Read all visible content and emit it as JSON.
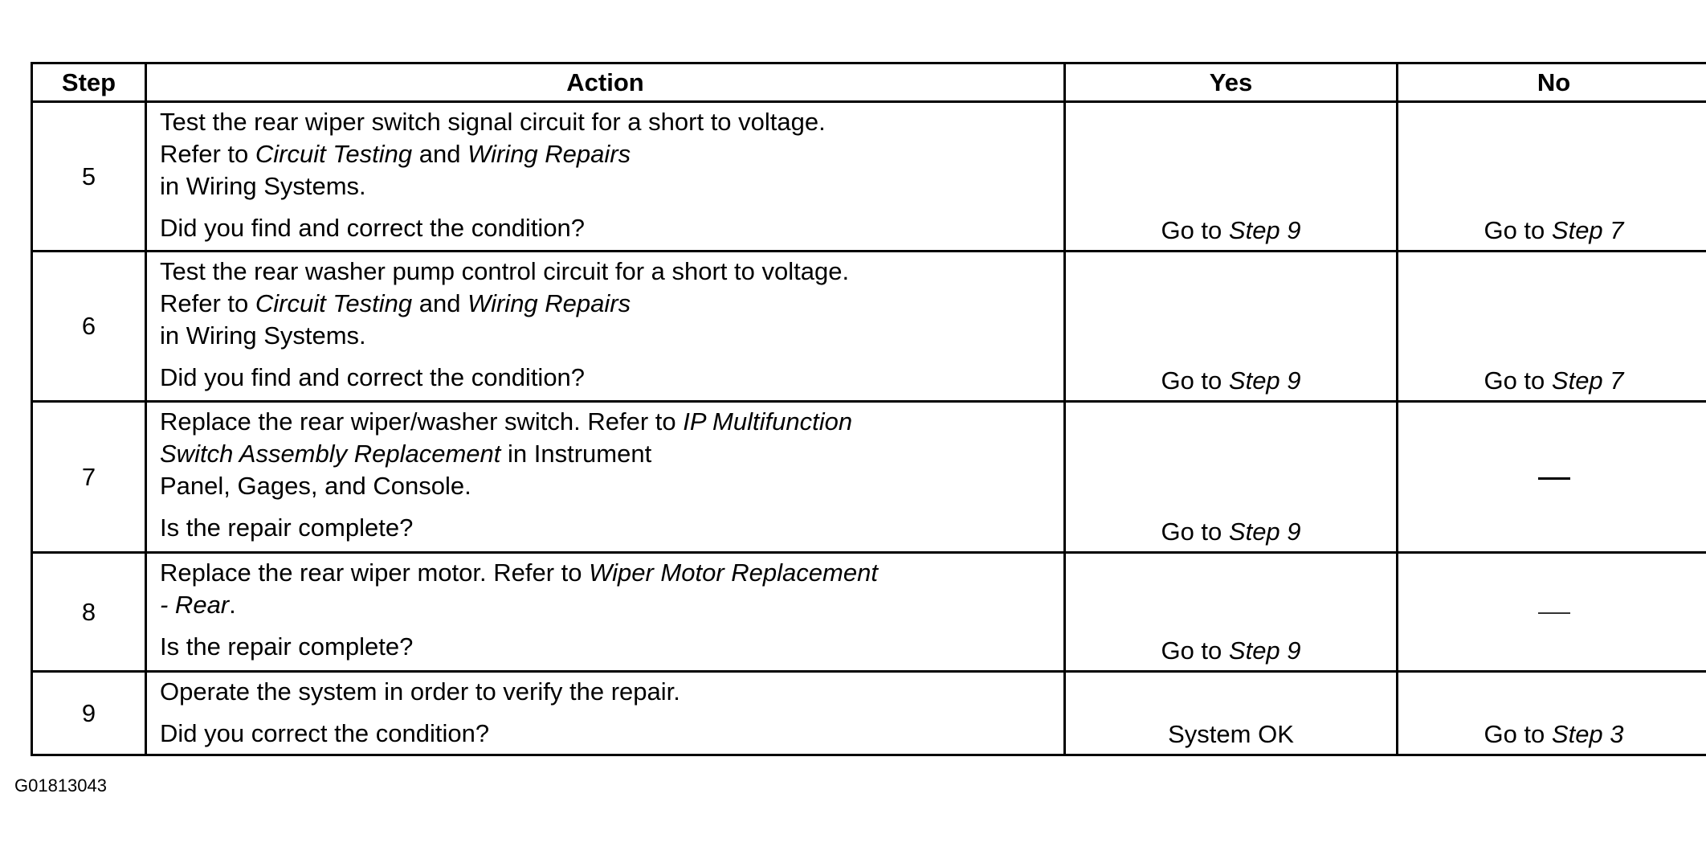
{
  "table": {
    "headers": {
      "step": "Step",
      "action": "Action",
      "yes": "Yes",
      "no": "No"
    },
    "rows": [
      {
        "step": "5",
        "action_line1": "Test the rear wiper switch signal circuit for a short to voltage.",
        "action_refer_prefix": "Refer to ",
        "action_ref1": "Circuit Testing",
        "action_and": " and ",
        "action_ref2": "Wiring Repairs",
        "action_line3": "in Wiring Systems.",
        "question": "Did you find and correct the condition?",
        "yes_prefix": "Go to ",
        "yes_step": "Step 9",
        "no_prefix": "Go to ",
        "no_step": "Step 7"
      },
      {
        "step": "6",
        "action_line1": "Test the rear washer pump control circuit for a short to voltage.",
        "action_refer_prefix": "Refer to ",
        "action_ref1": "Circuit Testing",
        "action_and": " and ",
        "action_ref2": "Wiring Repairs",
        "action_line3": "in Wiring Systems.",
        "question": "Did you find and correct the condition?",
        "yes_prefix": "Go to ",
        "yes_step": "Step 9",
        "no_prefix": "Go to ",
        "no_step": "Step 7"
      },
      {
        "step": "7",
        "action_line1_prefix": "Replace the rear wiper/washer switch. Refer to ",
        "action_ref1": "IP Multifunction",
        "action_ref1b": "Switch Assembly Replacement",
        "action_line2_suffix": " in Instrument",
        "action_line3": "Panel, Gages, and Console.",
        "question": "Is the repair complete?",
        "yes_prefix": "Go to ",
        "yes_step": "Step 9",
        "no_icon": "em-dash"
      },
      {
        "step": "8",
        "action_line1_prefix": "Replace the rear wiper motor. Refer to ",
        "action_ref1": "Wiper Motor Replacement",
        "action_ref1b": "- Rear",
        "action_period": ".",
        "question": "Is the repair complete?",
        "yes_prefix": "Go to ",
        "yes_step": "Step 9",
        "no_icon": "em-dash"
      },
      {
        "step": "9",
        "action_line1": "Operate the system in order to verify the repair.",
        "question": "Did you correct the condition?",
        "yes_text": "System OK",
        "no_prefix": "Go to ",
        "no_step": "Step 3"
      }
    ]
  },
  "figure_id": "G01813043"
}
